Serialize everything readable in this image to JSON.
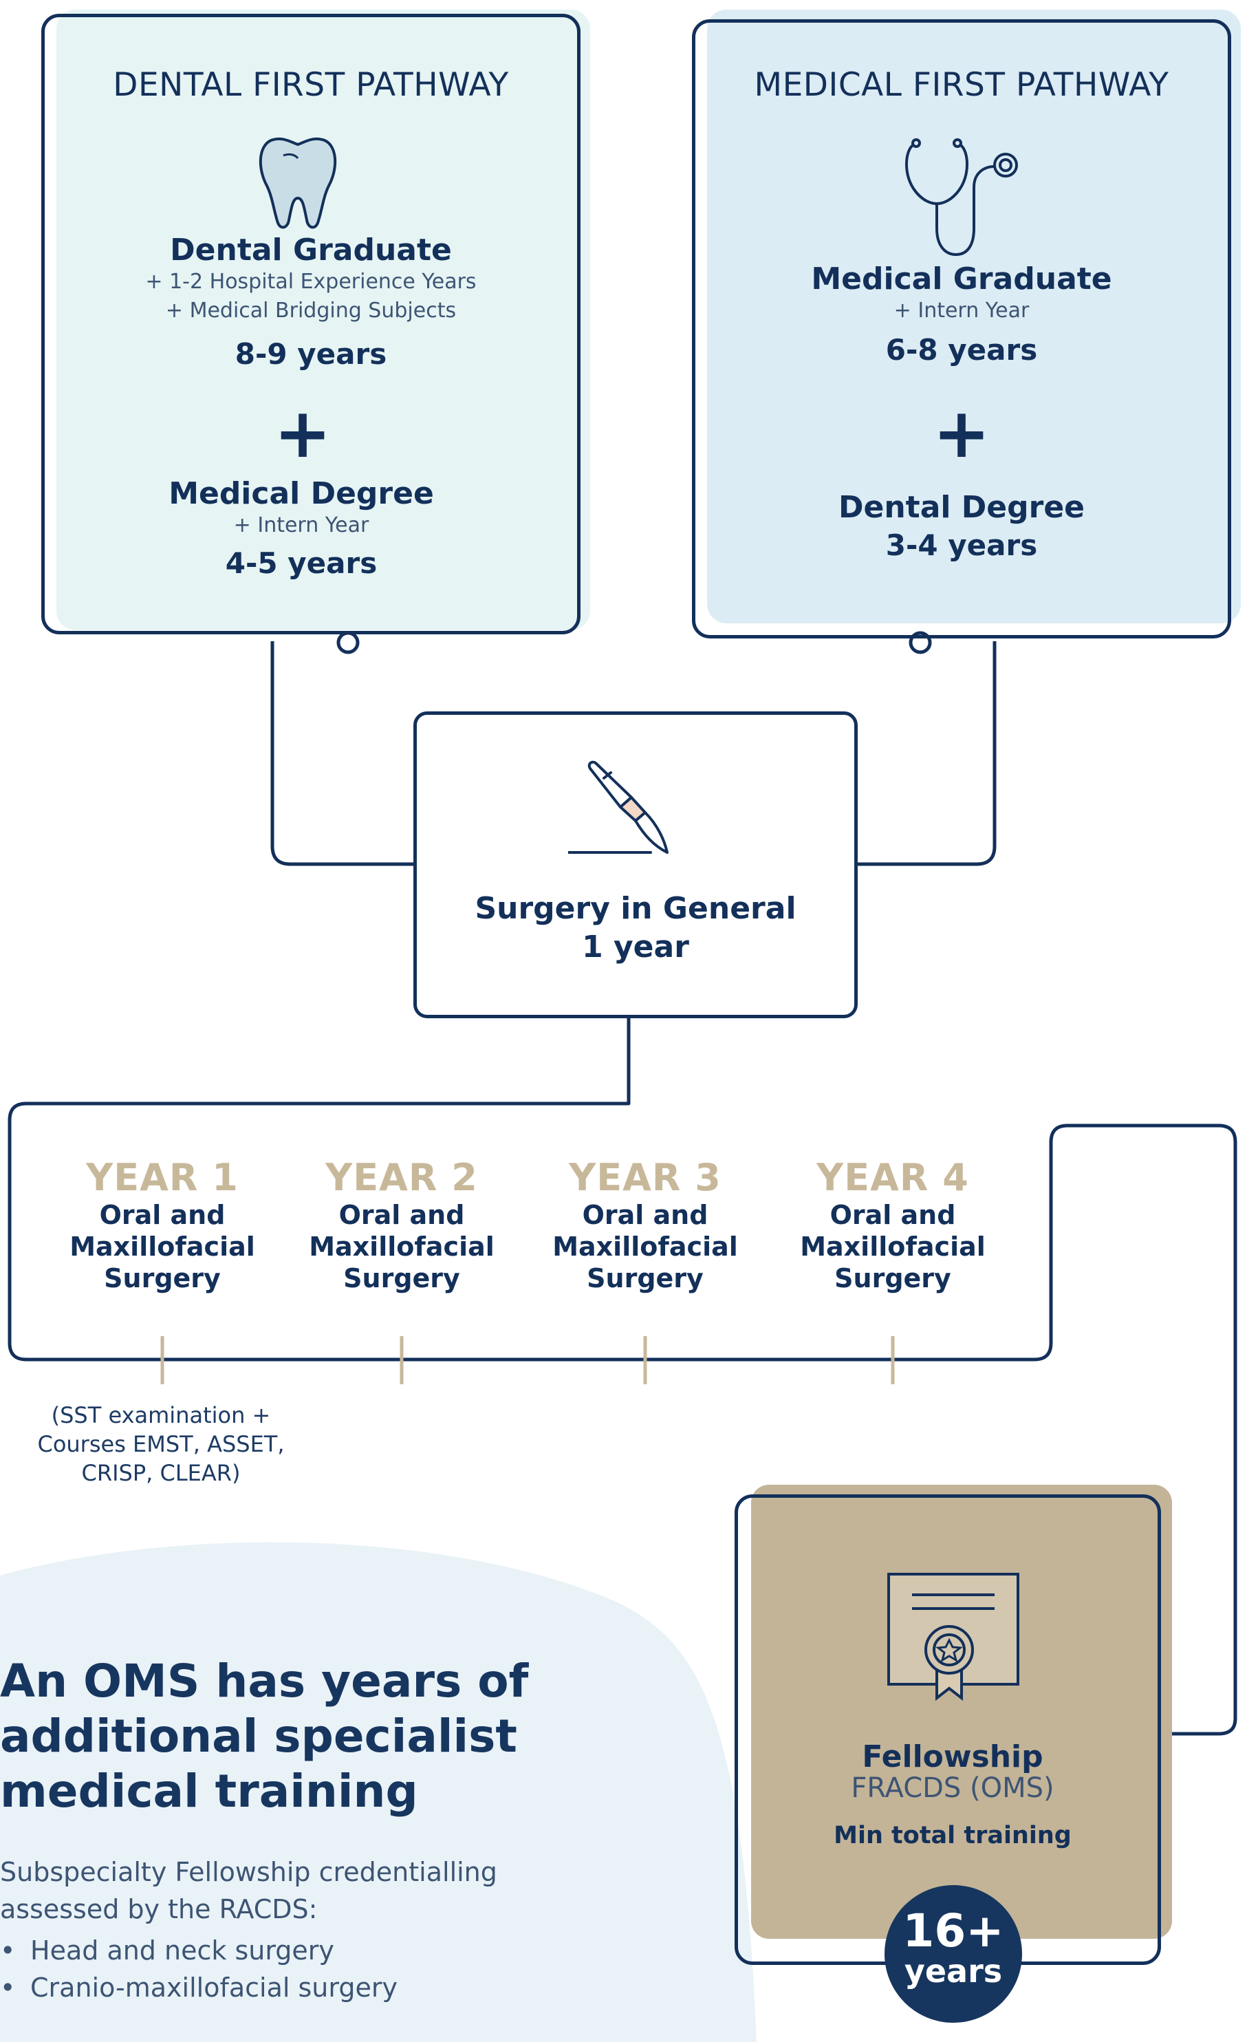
{
  "dental": {
    "title": "DENTAL FIRST PATHWAY",
    "graduate": "Dental Graduate",
    "extra1": "+ 1-2 Hospital Experience Years",
    "extra2": "+ Medical Bridging Subjects",
    "years1": "8-9 years",
    "plus": "+",
    "degree": "Medical Degree",
    "extra3": "+ Intern Year",
    "years2": "4-5 years"
  },
  "medical": {
    "title": "MEDICAL FIRST PATHWAY",
    "graduate": "Medical Graduate",
    "extra1": "+ Intern Year",
    "years1": "6-8 years",
    "plus": "+",
    "degree": "Dental Degree",
    "years2": "3-4 years"
  },
  "surgery": {
    "title": "Surgery in General",
    "years": "1 year"
  },
  "training_years": [
    {
      "head": "YEAR 1",
      "line1": "Oral and",
      "line2": "Maxillofacial",
      "line3": "Surgery"
    },
    {
      "head": "YEAR 2",
      "line1": "Oral and",
      "line2": "Maxillofacial",
      "line3": "Surgery"
    },
    {
      "head": "YEAR 3",
      "line1": "Oral and",
      "line2": "Maxillofacial",
      "line3": "Surgery"
    },
    {
      "head": "YEAR 4",
      "line1": "Oral and",
      "line2": "Maxillofacial",
      "line3": "Surgery"
    }
  ],
  "year1_note": {
    "line1": "(SST examination +",
    "line2": "Courses EMST, ASSET,",
    "line3": "CRISP, CLEAR)"
  },
  "fellowship": {
    "title": "Fellowship",
    "subtitle": "FRACDS (OMS)",
    "min_label": "Min total training",
    "badge_number": "16+",
    "badge_unit": "years"
  },
  "info": {
    "headline1": "An OMS has years of",
    "headline2": "additional specialist",
    "headline3": "medical training",
    "para1": "Subspecialty Fellowship credentialling",
    "para2": "assessed by the RACDS:",
    "bullets": [
      "Head and neck surgery",
      "Cranio-maxillofacial surgery"
    ]
  },
  "colors": {
    "navy": "#13305a",
    "dental_bg": "#e6f4f4",
    "medical_bg": "#dcecf4",
    "gold": "#c8b89a",
    "fellowship_bg": "#c3b498",
    "badge": "#17365f",
    "wave": "#e9f2f7"
  },
  "icons": [
    "tooth-icon",
    "stethoscope-icon",
    "scalpel-icon",
    "certificate-icon"
  ]
}
